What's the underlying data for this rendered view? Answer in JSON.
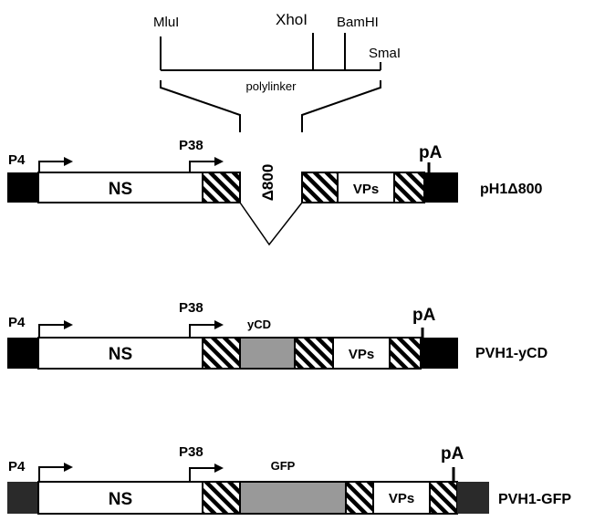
{
  "polylinker": {
    "sites": [
      "MluI",
      "XhoI",
      "BamHI",
      "SmaI"
    ],
    "label": "polylinker"
  },
  "deletion_label": "Δ800",
  "constructs": [
    {
      "name": "pH1Δ800",
      "promoter1": "P4",
      "promoter2": "P38",
      "ns": "NS",
      "vps": "VPs",
      "polyA": "pA"
    },
    {
      "name": "PVH1-yCD",
      "promoter1": "P4",
      "promoter2": "P38",
      "ns": "NS",
      "insert": "yCD",
      "vps": "VPs",
      "polyA": "pA"
    },
    {
      "name": "PVH1-GFP",
      "promoter1": "P4",
      "promoter2": "P38",
      "ns": "NS",
      "insert": "GFP",
      "vps": "VPs",
      "polyA": "pA"
    }
  ],
  "colors": {
    "terminal_block": "#000000",
    "terminal_block_dark": "#2a2a2a",
    "insert_fill": "#999999",
    "outline": "#000000"
  }
}
